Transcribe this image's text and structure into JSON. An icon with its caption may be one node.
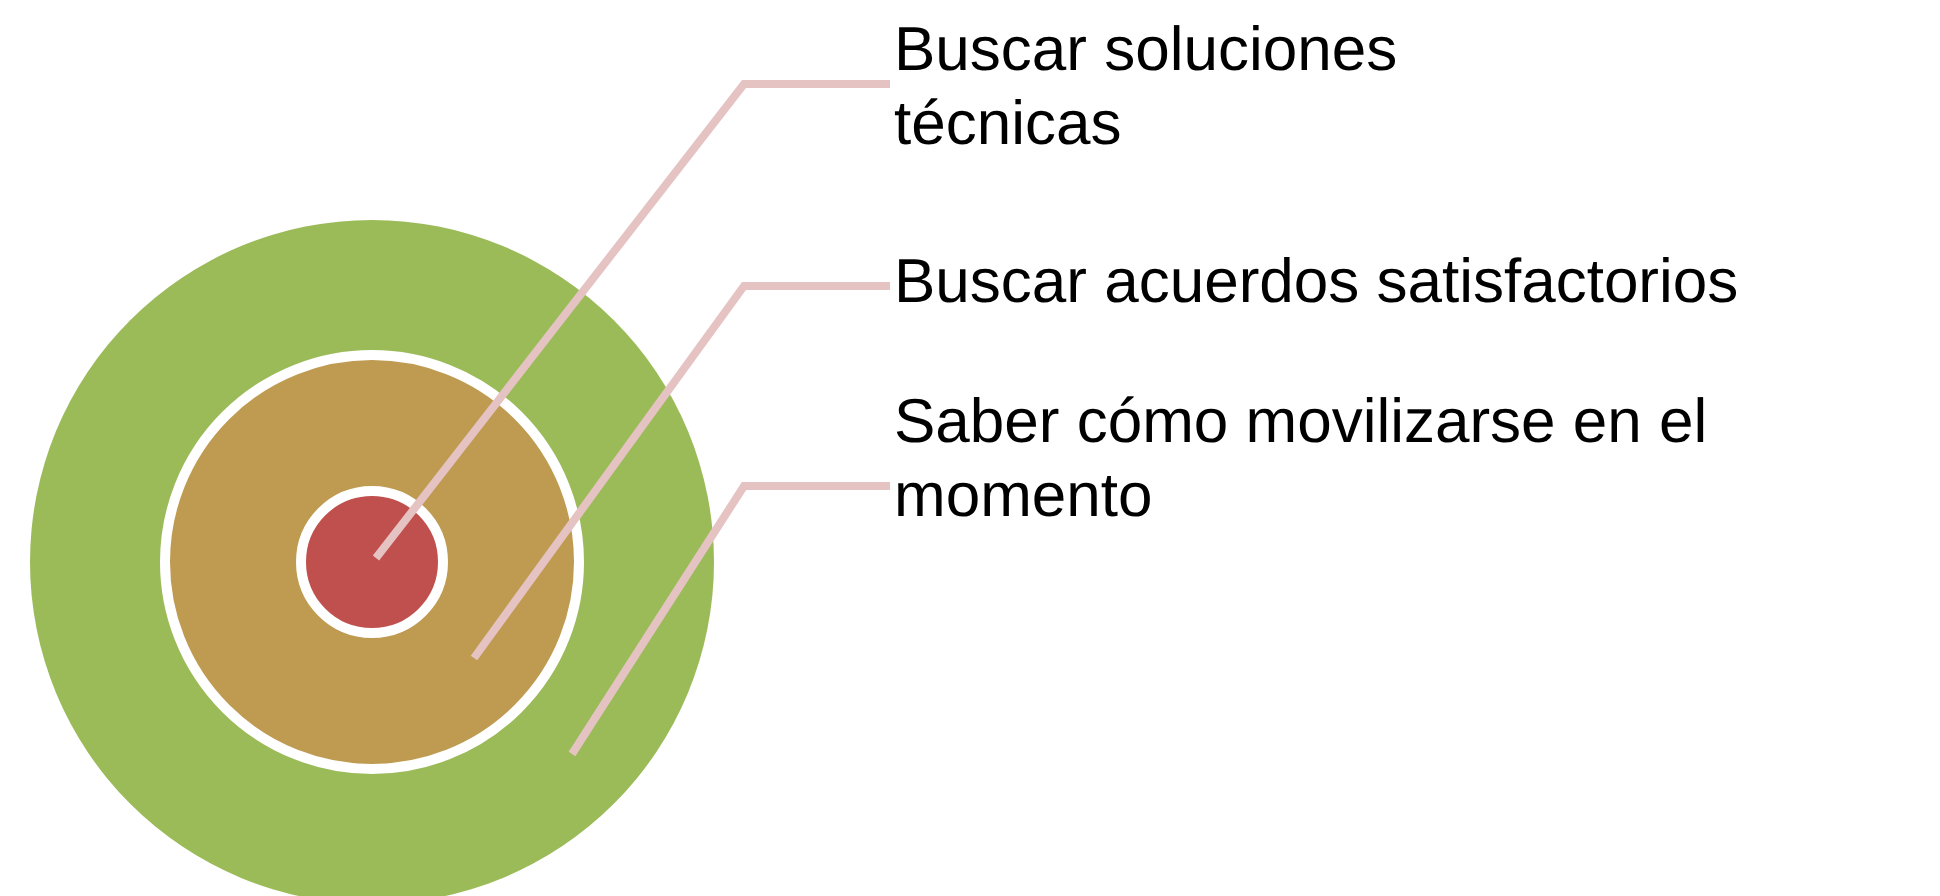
{
  "diagram": {
    "nodes": [
      {
        "text": [],
        "shape": "circle"
      },
      {
        "text": [],
        "shape": "circle",
        "in": 0
      },
      {
        "text": [],
        "shape": "circle",
        "in": 1
      },
      {
        "text": [
          "Buscar soluciones técnicas"
        ]
      },
      {
        "text": [
          "Buscar acuerdos satisfactorios"
        ]
      },
      {
        "text": [
          "Saber cómo movilizarse en el momento"
        ]
      }
    ],
    "edges": [
      {
        "from": 3,
        "to": 2,
        "arrow": "none"
      },
      {
        "from": 4,
        "to": 1,
        "arrow": "none"
      },
      {
        "from": 5,
        "to": 0,
        "arrow": "none"
      }
    ]
  }
}
